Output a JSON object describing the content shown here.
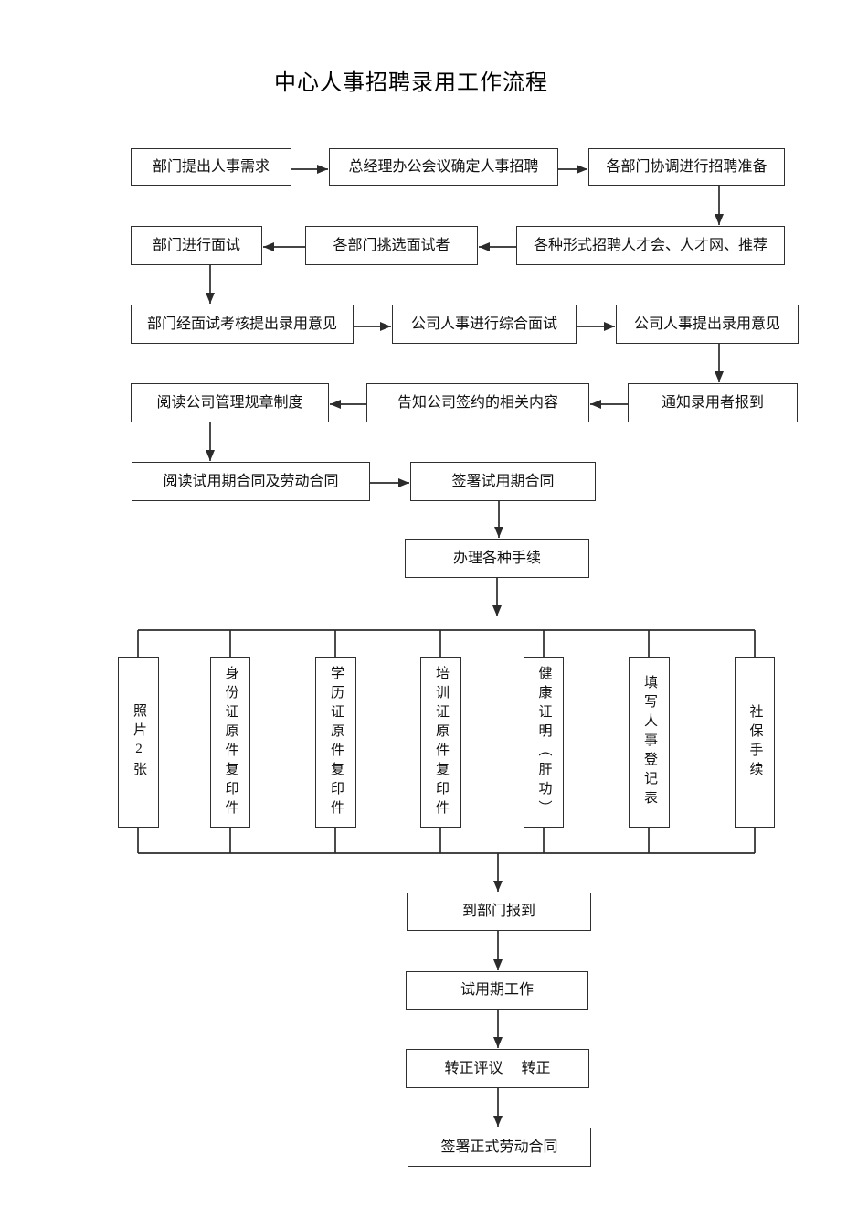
{
  "page": {
    "title": "中心人事招聘录用工作流程"
  },
  "diagram": {
    "type": "flowchart",
    "line_color": "#2b2b2b",
    "box_border_color": "#2f2f2f",
    "background_color": "#ffffff",
    "nodes": [
      {
        "id": "n1",
        "label": "部门提出人事需求"
      },
      {
        "id": "n2",
        "label": "总经理办公会议确定人事招聘"
      },
      {
        "id": "n3",
        "label": "各部门协调进行招聘准备"
      },
      {
        "id": "n4",
        "label": "部门进行面试"
      },
      {
        "id": "n5",
        "label": "各部门挑选面试者"
      },
      {
        "id": "n6",
        "label": "各种形式招聘人才会、人才网、推荐"
      },
      {
        "id": "n7",
        "label": "部门经面试考核提出录用意见"
      },
      {
        "id": "n8",
        "label": "公司人事进行综合面试"
      },
      {
        "id": "n9",
        "label": "公司人事提出录用意见"
      },
      {
        "id": "n10",
        "label": "阅读公司管理规章制度"
      },
      {
        "id": "n11",
        "label": "告知公司签约的相关内容"
      },
      {
        "id": "n12",
        "label": "通知录用者报到"
      },
      {
        "id": "n13",
        "label": "阅读试用期合同及劳动合同"
      },
      {
        "id": "n14",
        "label": "签署试用期合同"
      },
      {
        "id": "n15",
        "label": "办理各种手续"
      },
      {
        "id": "v1",
        "label": "照片2张"
      },
      {
        "id": "v2",
        "label": "身份证原件复印件"
      },
      {
        "id": "v3",
        "label": "学历证原件复印件"
      },
      {
        "id": "v4",
        "label": "培训证原件复印件"
      },
      {
        "id": "v5",
        "label": "健康证明（肝功）"
      },
      {
        "id": "v6",
        "label": "填写人事登记表"
      },
      {
        "id": "v7",
        "label": "社保手续"
      },
      {
        "id": "n16",
        "label": "到部门报到"
      },
      {
        "id": "n17",
        "label": "试用期工作"
      },
      {
        "id": "n18",
        "label": "转正评议　 转正"
      },
      {
        "id": "n19",
        "label": "签署正式劳动合同"
      }
    ]
  }
}
